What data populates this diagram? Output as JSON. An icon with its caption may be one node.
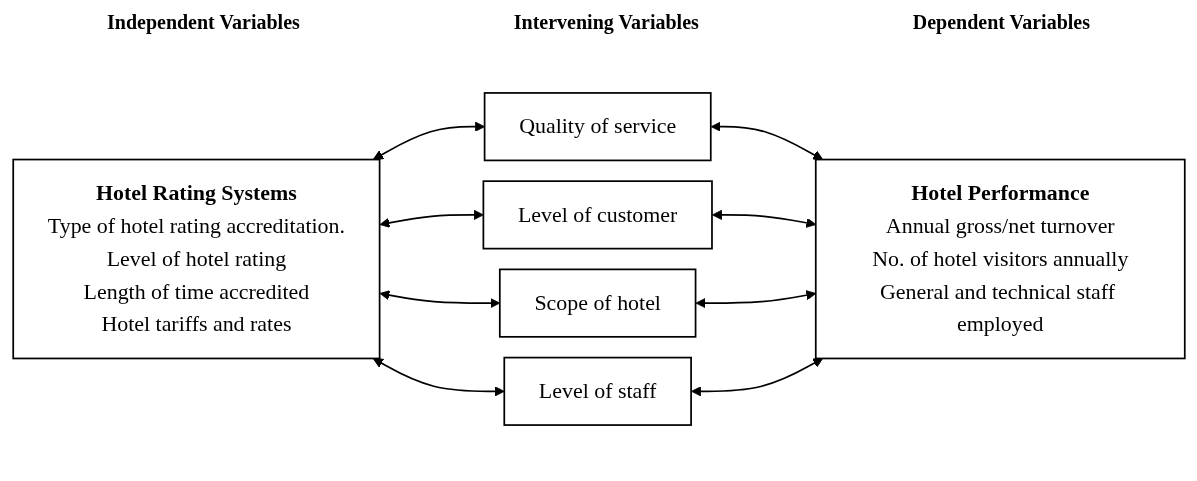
{
  "diagram": {
    "nodes": [
      {
        "text": [
          "Hotel Rating Systems",
          "Type of hotel rating accreditation.",
          "Level of hotel rating",
          "Length of  time accredited",
          "Hotel tariffs and rates"
        ]
      },
      {
        "text": [
          "Quality of service"
        ]
      },
      {
        "text": [
          "Level of customer"
        ]
      },
      {
        "text": [
          "Scope of hotel"
        ]
      },
      {
        "text": [
          "Level of staff"
        ]
      },
      {
        "text": [
          "Hotel Performance",
          "Annual gross/net turnover",
          "No. of hotel visitors annually",
          "General and technical staff employed"
        ]
      }
    ],
    "edges": [
      {
        "from": 0,
        "to": 1,
        "arrow": "both"
      },
      {
        "from": 1,
        "to": 5,
        "arrow": "both"
      },
      {
        "from": 0,
        "to": 2,
        "arrow": "both"
      },
      {
        "from": 2,
        "to": 5,
        "arrow": "both"
      },
      {
        "from": 0,
        "to": 3,
        "arrow": "both"
      },
      {
        "from": 3,
        "to": 5,
        "arrow": "both"
      },
      {
        "from": 0,
        "to": 4,
        "arrow": "both"
      },
      {
        "from": 4,
        "to": 5,
        "arrow": "both"
      }
    ],
    "labels": [
      "Independent Variables",
      "Intervening Variables",
      "Dependent Variables"
    ]
  }
}
